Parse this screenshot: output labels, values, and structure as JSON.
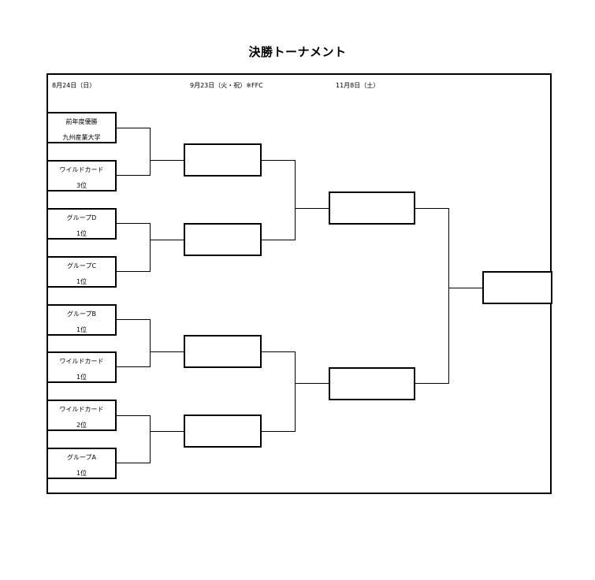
{
  "title": "決勝トーナメント",
  "dates": {
    "round1": "8月24日（日）",
    "round2": "9月23日（火・祝）※FFC",
    "semifinal": "11月8日（土）"
  },
  "teams": [
    {
      "line1": "前年度優勝",
      "line2": "九州産業大学"
    },
    {
      "line1": "ワイルドカード",
      "line2": "3位"
    },
    {
      "line1": "グループD",
      "line2": "1位"
    },
    {
      "line1": "グループC",
      "line2": "1位"
    },
    {
      "line1": "グループB",
      "line2": "1位"
    },
    {
      "line1": "ワイルドカード",
      "line2": "1位"
    },
    {
      "line1": "ワイルドカード",
      "line2": "2位"
    },
    {
      "line1": "グループA",
      "line2": "1位"
    }
  ]
}
